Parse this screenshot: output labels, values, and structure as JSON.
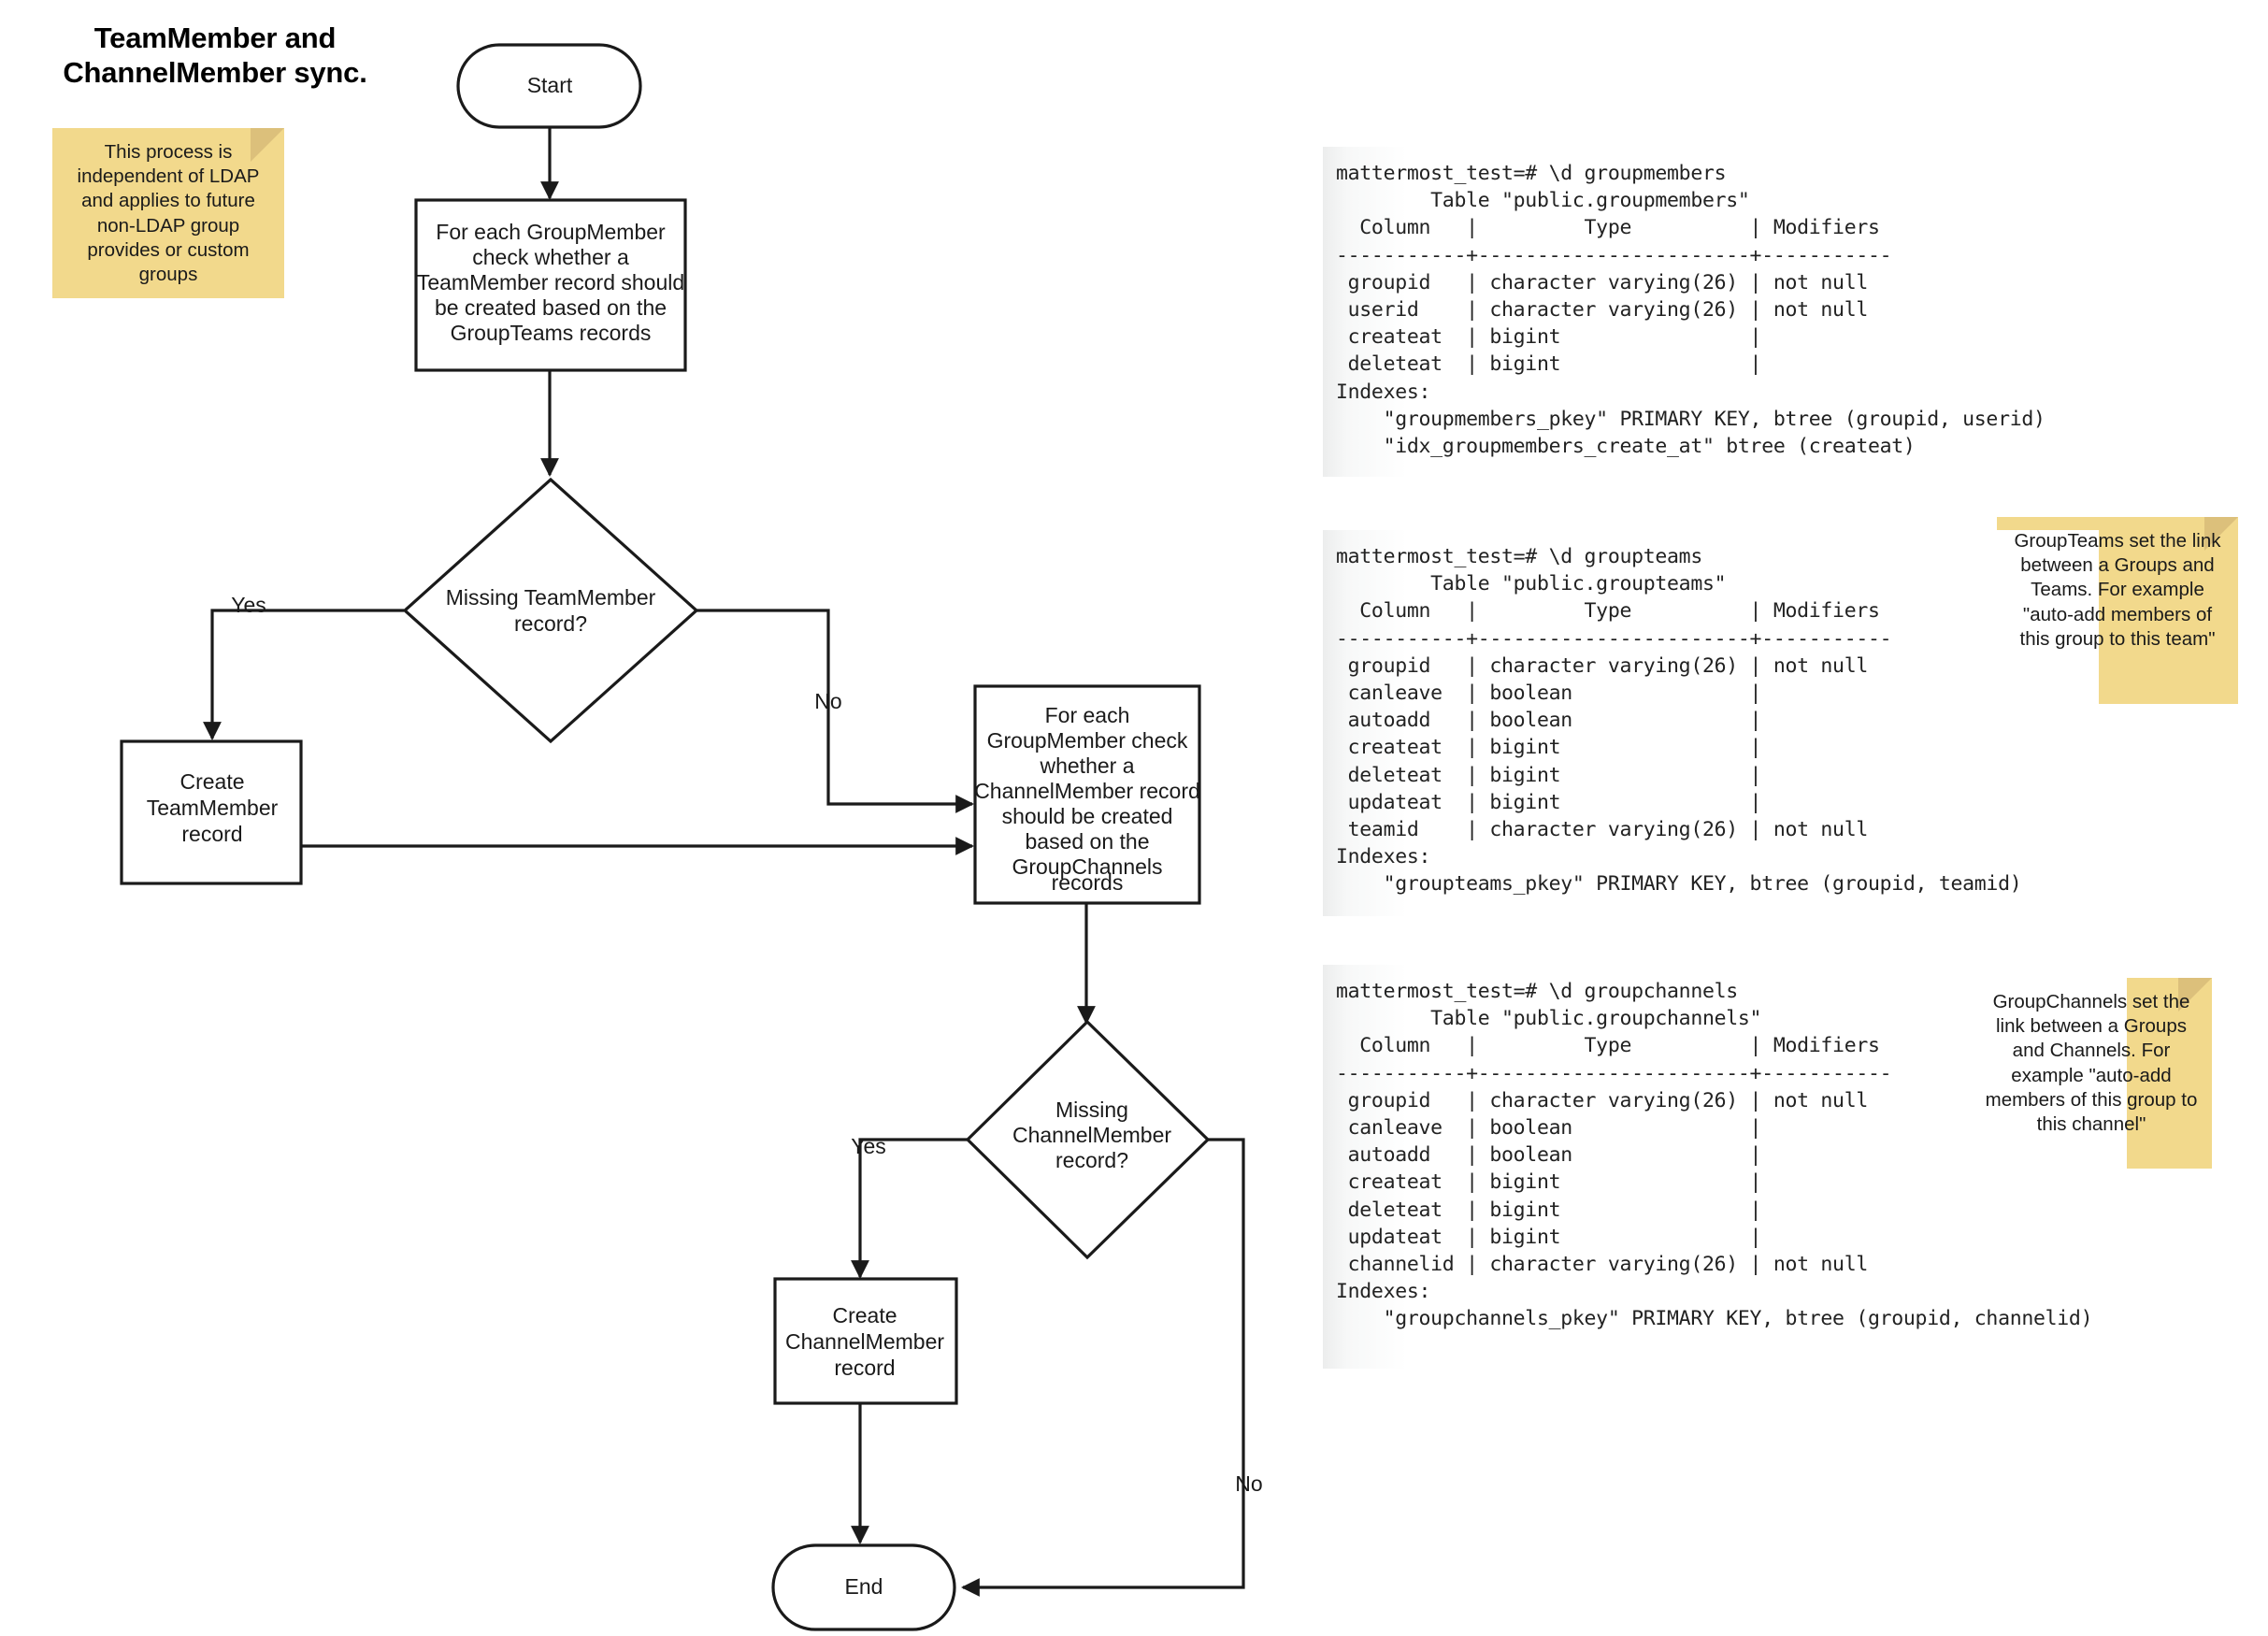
{
  "title": "TeamMember and\nChannelMember sync.",
  "sticky_notes": {
    "ldap": "This process is independent of LDAP and applies to future non-LDAP group provides or custom groups",
    "groupteams": "GroupTeams set the link between a Groups and Teams. For example \"auto-add members of this group to this team\"",
    "groupchannels": "GroupChannels set the link between a Groups and Channels. For example \"auto-add members of this group to this channel\""
  },
  "flowchart": {
    "nodes": {
      "start": "Start",
      "process_teammember": [
        "For each GroupMember",
        "check whether a",
        "TeamMember record should",
        "be created based on the",
        "GroupTeams records"
      ],
      "decision_teammember": [
        "Missing TeamMember",
        "record?"
      ],
      "create_teammember": [
        "Create",
        "TeamMember",
        "record"
      ],
      "process_channelmember": [
        "For each",
        "GroupMember check",
        "whether a",
        "ChannelMember record",
        "should be created",
        "based on the",
        "GroupChannels",
        "records"
      ],
      "decision_channelmember": [
        "Missing",
        "ChannelMember",
        "record?"
      ],
      "create_channelmember": [
        "Create",
        "ChannelMember",
        "record"
      ],
      "end": "End"
    },
    "edge_labels": {
      "teammember_yes": "Yes",
      "teammember_no": "No",
      "channelmember_yes": "Yes",
      "channelmember_no": "No"
    }
  },
  "terminals": {
    "groupmembers": "mattermost_test=# \\d groupmembers\n        Table \"public.groupmembers\"\n  Column   |         Type          | Modifiers\n-----------+-----------------------+-----------\n groupid   | character varying(26) | not null\n userid    | character varying(26) | not null\n createat  | bigint                |\n deleteat  | bigint                |\nIndexes:\n    \"groupmembers_pkey\" PRIMARY KEY, btree (groupid, userid)\n    \"idx_groupmembers_create_at\" btree (createat)",
    "groupteams": "mattermost_test=# \\d groupteams\n        Table \"public.groupteams\"\n  Column   |         Type          | Modifiers\n-----------+-----------------------+-----------\n groupid   | character varying(26) | not null\n canleave  | boolean               |\n autoadd   | boolean               |\n createat  | bigint                |\n deleteat  | bigint                |\n updateat  | bigint                |\n teamid    | character varying(26) | not null\nIndexes:\n    \"groupteams_pkey\" PRIMARY KEY, btree (groupid, teamid)",
    "groupchannels": "mattermost_test=# \\d groupchannels\n        Table \"public.groupchannels\"\n  Column   |         Type          | Modifiers\n-----------+-----------------------+-----------\n groupid   | character varying(26) | not null\n canleave  | boolean               |\n autoadd   | boolean               |\n createat  | bigint                |\n deleteat  | bigint                |\n updateat  | bigint                |\n channelid | character varying(26) | not null\nIndexes:\n    \"groupchannels_pkey\" PRIMARY KEY, btree (groupid, channelid)"
  },
  "colors": {
    "sticky_fill": "#f2d98c",
    "sticky_fold": "#dcc07b",
    "stroke": "#1a1a1a",
    "shape_fill": "#ffffff",
    "background": "#ffffff"
  }
}
